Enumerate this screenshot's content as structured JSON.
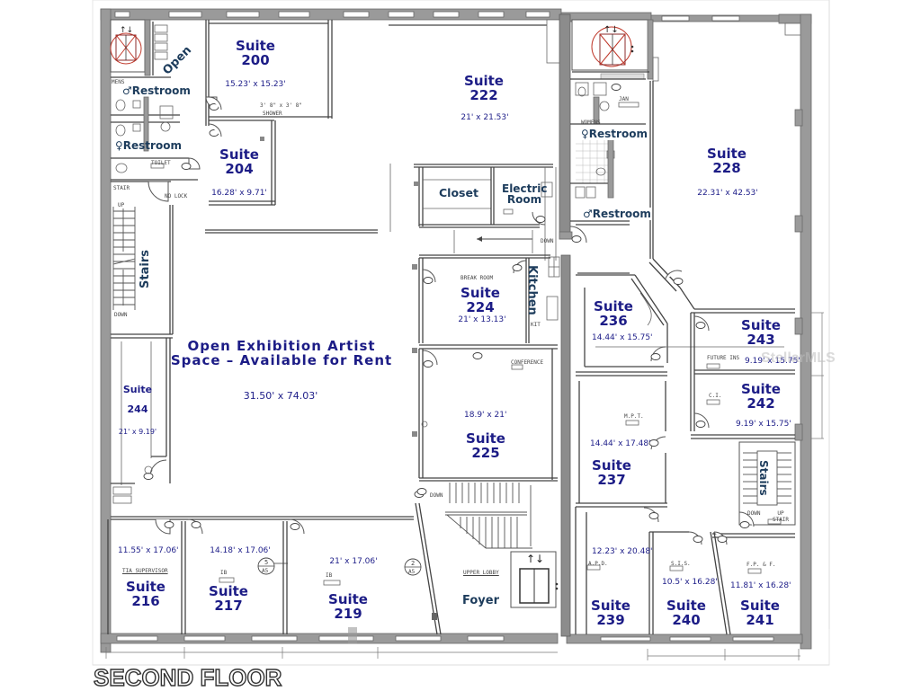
{
  "title": "SECOND FLOOR",
  "watermark": "StellarMLS",
  "colors": {
    "suite_label": "#1c1c86",
    "room_label": "#1d3c5c",
    "wall": "#9a9a9a",
    "elevator_marker": "#c0392b"
  },
  "open_space": {
    "line1": "Open Exhibition Artist",
    "line2": "Space – Available for Rent",
    "dims": "31.50' x 74.03'"
  },
  "suites": [
    {
      "id": "200",
      "label": "Suite",
      "number": "200",
      "dims": "15.23' x 15.23'"
    },
    {
      "id": "204",
      "label": "Suite",
      "number": "204",
      "dims": "16.28' x 9.71'"
    },
    {
      "id": "222",
      "label": "Suite",
      "number": "222",
      "dims": "21' x 21.53'"
    },
    {
      "id": "228",
      "label": "Suite",
      "number": "228",
      "dims": "22.31' x 42.53'"
    },
    {
      "id": "224",
      "label": "Suite",
      "number": "224",
      "dims": "21' x 13.13'",
      "sublabel": "BREAK ROOM"
    },
    {
      "id": "225",
      "label": "Suite",
      "number": "225",
      "dims": "18.9' x 21'",
      "sublabel": "CONFERENCE"
    },
    {
      "id": "236",
      "label": "Suite",
      "number": "236",
      "dims": "14.44' x 15.75'"
    },
    {
      "id": "243",
      "label": "Suite",
      "number": "243",
      "dims": "9.19' x 15.75'",
      "sublabel": "FUTURE INS"
    },
    {
      "id": "242",
      "label": "Suite",
      "number": "242",
      "dims": "9.19' x 15.75'",
      "sublabel": "C.I."
    },
    {
      "id": "237",
      "label": "Suite",
      "number": "237",
      "dims": "14.44' x 17.48'",
      "sublabel": "M.P.T."
    },
    {
      "id": "244",
      "label": "Suite",
      "number": "244",
      "dims": "21' x 9.19'"
    },
    {
      "id": "216",
      "label": "Suite",
      "number": "216",
      "dims": "11.55' x 17.06'",
      "sublabel": "TIA SUPERVISOR"
    },
    {
      "id": "217",
      "label": "Suite",
      "number": "217",
      "dims": "14.18' x 17.06'"
    },
    {
      "id": "219",
      "label": "Suite",
      "number": "219",
      "dims": "21' x 17.06'"
    },
    {
      "id": "239",
      "label": "Suite",
      "number": "239",
      "dims": "12.23' x 20.48'",
      "sublabel": "A.P.D."
    },
    {
      "id": "240",
      "label": "Suite",
      "number": "240",
      "dims": "10.5' x 16.28'",
      "sublabel": "S.I.S."
    },
    {
      "id": "241",
      "label": "Suite",
      "number": "241",
      "dims": "11.81' x 16.28'",
      "sublabel": "F.P. & F."
    }
  ],
  "rooms": {
    "open": "Open",
    "mens_restroom_left": "♂Restroom",
    "womens_restroom_left": "♀Restroom",
    "womens_restroom_right": "♀Restroom",
    "mens_restroom_right": "♂Restroom",
    "closet": "Closet",
    "electric_room_1": "Electric",
    "electric_room_2": "Room",
    "kitchen": "Kitchen",
    "stairs_left": "Stairs",
    "stairs_right": "Stairs",
    "foyer": "Foyer"
  },
  "annotations": {
    "shower": "3' 8\" x 3' 8\"",
    "shower_label": "SHOWER",
    "toilet": "TOILET",
    "stair": "STAIR",
    "up": "UP",
    "down": "DOWN",
    "no_lock": "NO LOCK",
    "mens": "MENS",
    "womens": "WOMENS",
    "jan": "JAN",
    "kit": "KIT",
    "upper_lobby": "UPPER LOBBY",
    "up_stair": "UP STAIR",
    "ref_5": "5",
    "ref_2": "2",
    "ref_a5": "A5",
    "ib": "IB"
  }
}
